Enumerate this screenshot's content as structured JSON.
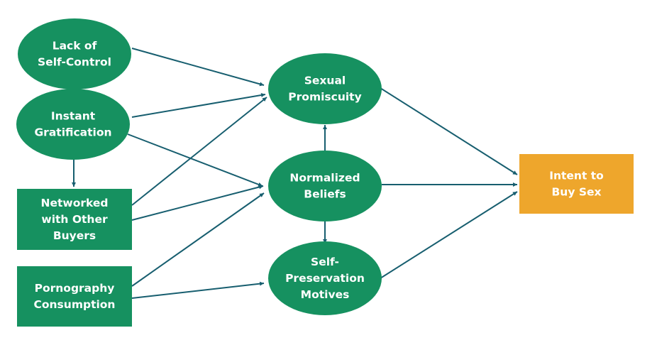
{
  "diagram": {
    "colors": {
      "node_green": "#169160",
      "outcome_orange": "#eea62c",
      "arrow": "#175e6f",
      "label_text": "#ffffff"
    },
    "nodes": {
      "lack_of_self_control": {
        "shape": "ellipse",
        "lines": [
          "Lack of",
          "Self-Control"
        ]
      },
      "instant_gratification": {
        "shape": "ellipse",
        "lines": [
          "Instant",
          "Gratification"
        ]
      },
      "networked_with_other_buyers": {
        "shape": "rectangle",
        "lines": [
          "Networked",
          "with Other",
          "Buyers"
        ]
      },
      "pornography_consumption": {
        "shape": "rectangle",
        "lines": [
          "Pornography",
          "Consumption"
        ]
      },
      "sexual_promiscuity": {
        "shape": "ellipse",
        "lines": [
          "Sexual",
          "Promiscuity"
        ]
      },
      "normalized_beliefs": {
        "shape": "ellipse",
        "lines": [
          "Normalized",
          "Beliefs"
        ]
      },
      "self_preservation_motives": {
        "shape": "ellipse",
        "lines": [
          "Self-",
          "Preservation",
          "Motives"
        ]
      },
      "intent_to_buy_sex": {
        "shape": "rectangle",
        "lines": [
          "Intent to",
          "Buy Sex"
        ]
      }
    },
    "edges": [
      {
        "from": "lack_of_self_control",
        "to": "sexual_promiscuity"
      },
      {
        "from": "instant_gratification",
        "to": "sexual_promiscuity"
      },
      {
        "from": "instant_gratification",
        "to": "normalized_beliefs"
      },
      {
        "from": "instant_gratification",
        "to": "networked_with_other_buyers"
      },
      {
        "from": "networked_with_other_buyers",
        "to": "sexual_promiscuity"
      },
      {
        "from": "networked_with_other_buyers",
        "to": "normalized_beliefs"
      },
      {
        "from": "pornography_consumption",
        "to": "normalized_beliefs"
      },
      {
        "from": "pornography_consumption",
        "to": "self_preservation_motives"
      },
      {
        "from": "normalized_beliefs",
        "to": "sexual_promiscuity"
      },
      {
        "from": "normalized_beliefs",
        "to": "self_preservation_motives"
      },
      {
        "from": "sexual_promiscuity",
        "to": "intent_to_buy_sex"
      },
      {
        "from": "normalized_beliefs",
        "to": "intent_to_buy_sex"
      },
      {
        "from": "self_preservation_motives",
        "to": "intent_to_buy_sex"
      }
    ]
  }
}
